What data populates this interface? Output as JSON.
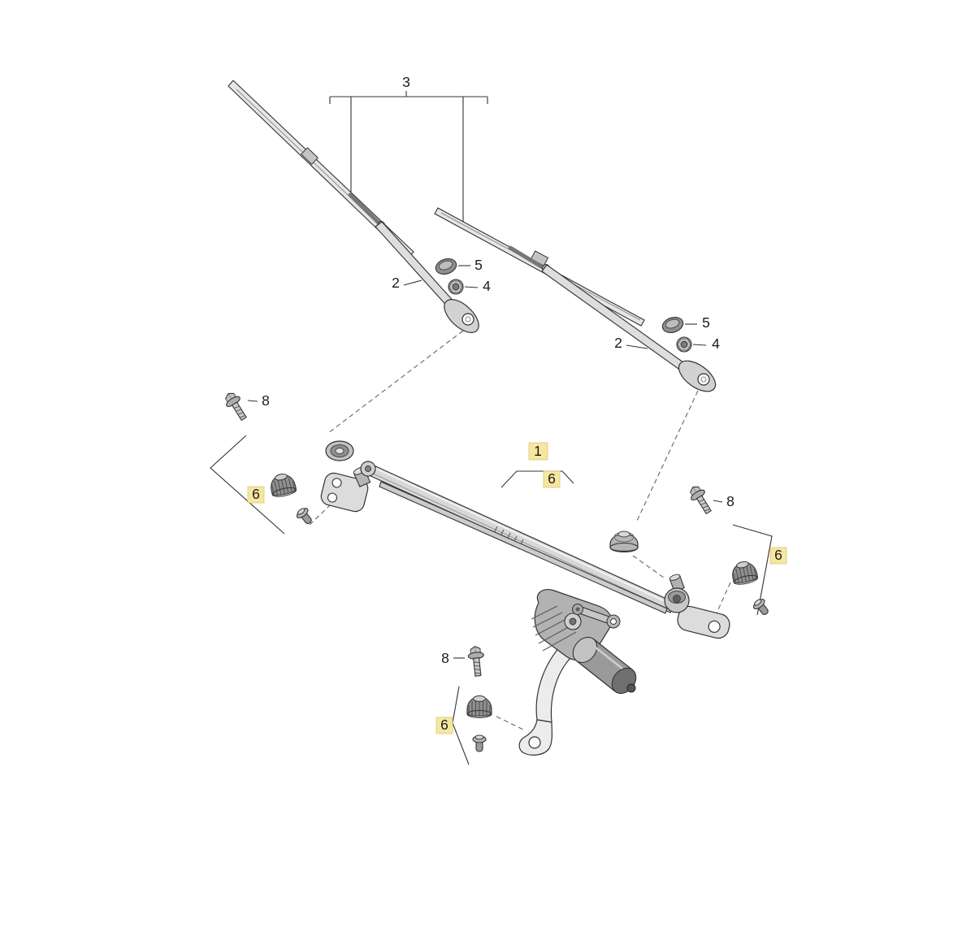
{
  "diagram": {
    "callouts": {
      "assembly_1": "1",
      "arm_left_2": "2",
      "arm_right_2": "2",
      "blades_3": "3",
      "nut_left_4": "4",
      "nut_right_4": "4",
      "cap_left_5": "5",
      "cap_right_5": "5",
      "mount_left_6": "6",
      "mount_center_6": "6",
      "mount_right_6": "6",
      "mount_bottom_6": "6",
      "bolt_left_8": "8",
      "bolt_right_8": "8",
      "bolt_bottom_8": "8"
    },
    "colors": {
      "background": "#ffffff",
      "line": "#333333",
      "highlight_fill": "#f6e7a0",
      "highlight_border": "#dfc672",
      "label_text": "#1b1b1b"
    }
  }
}
